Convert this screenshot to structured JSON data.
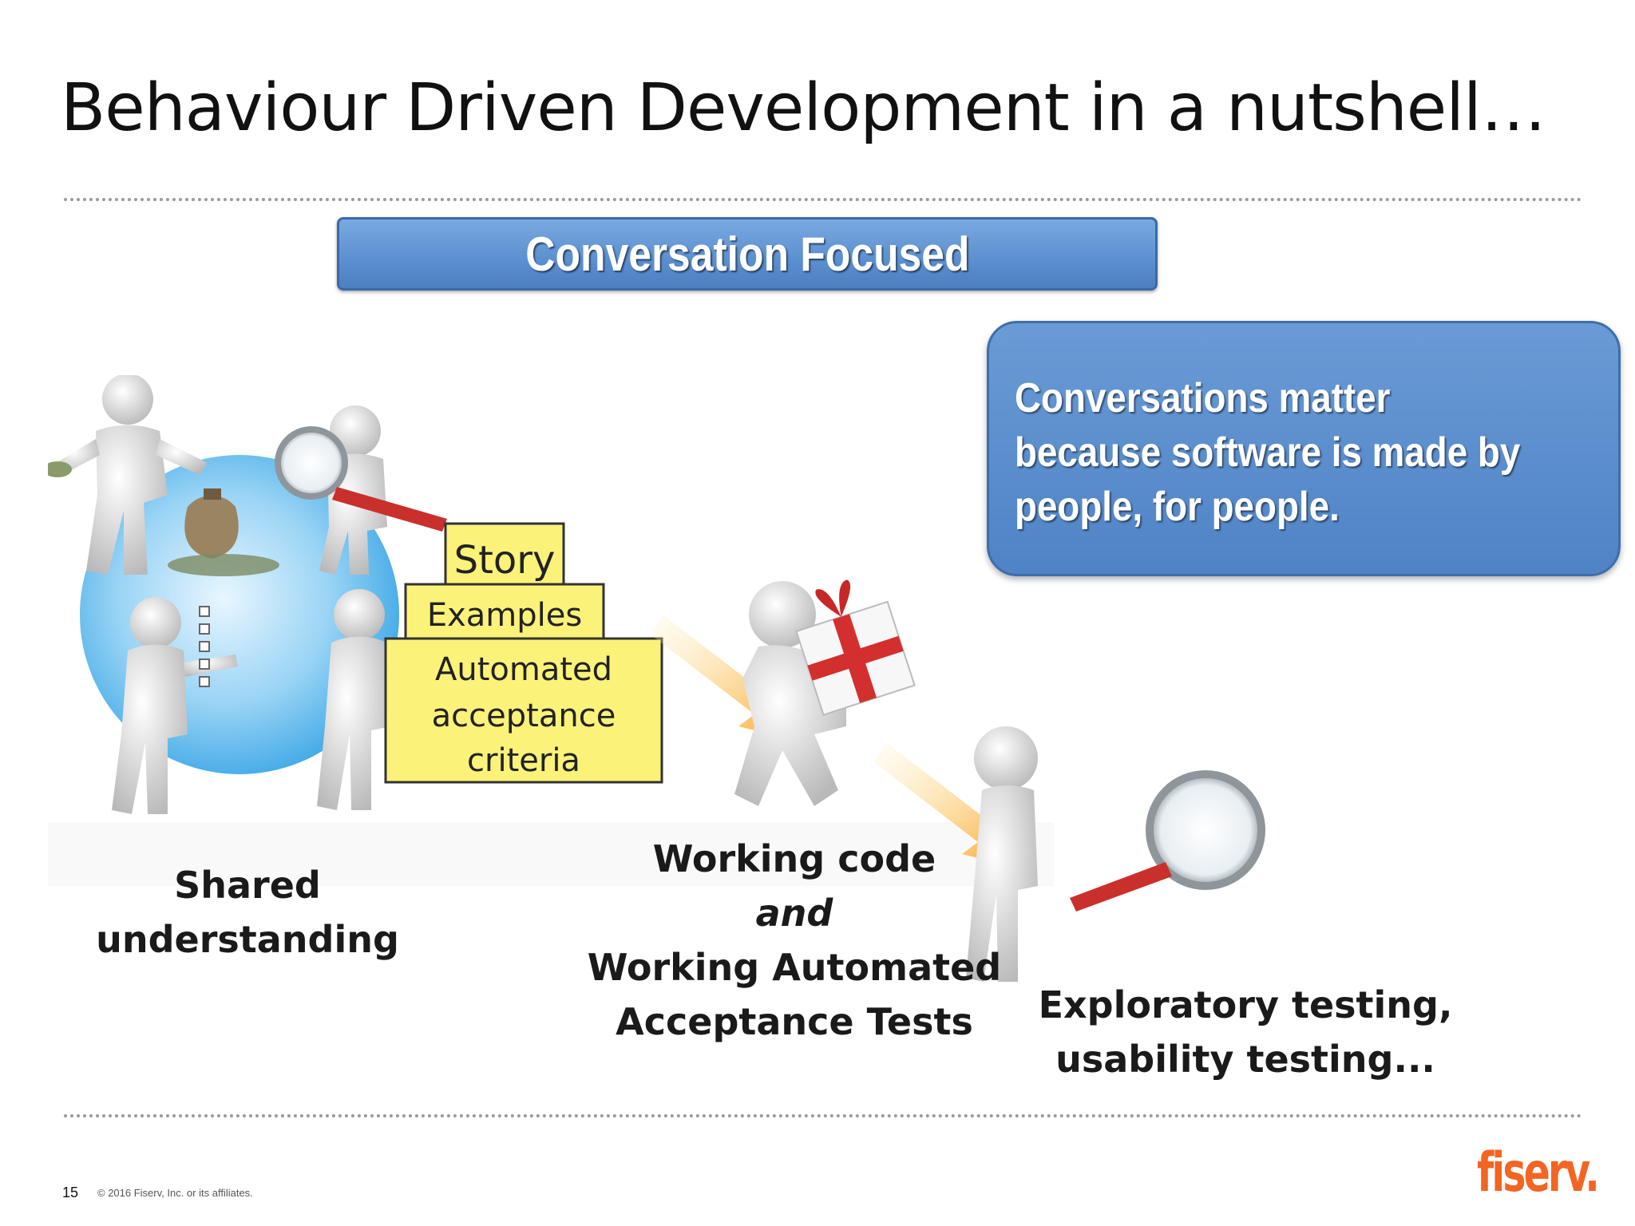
{
  "title": "Behaviour Driven Development in a nutshell…",
  "banner": "Conversation Focused",
  "callout": "Conversations matter because software is made by people, for people.",
  "stack": {
    "story": "Story",
    "examples": "Examples",
    "criteria": [
      "Automated",
      "acceptance",
      "criteria"
    ]
  },
  "labels": {
    "shared": [
      "Shared",
      "understanding"
    ],
    "working": [
      "Working code",
      "and",
      "Working Automated",
      "Acceptance Tests"
    ],
    "exploratory": [
      "Exploratory testing,",
      "usability testing..."
    ]
  },
  "footer": {
    "page_number": "15",
    "copyright": "© 2016 Fiserv, Inc. or its affiliates.",
    "logo": "fiserv."
  },
  "colors": {
    "banner_blue": "#5b8fd0",
    "sticky_yellow": "#fbf27a",
    "arrow_orange": "#f7a21b",
    "logo_orange": "#f26522"
  }
}
